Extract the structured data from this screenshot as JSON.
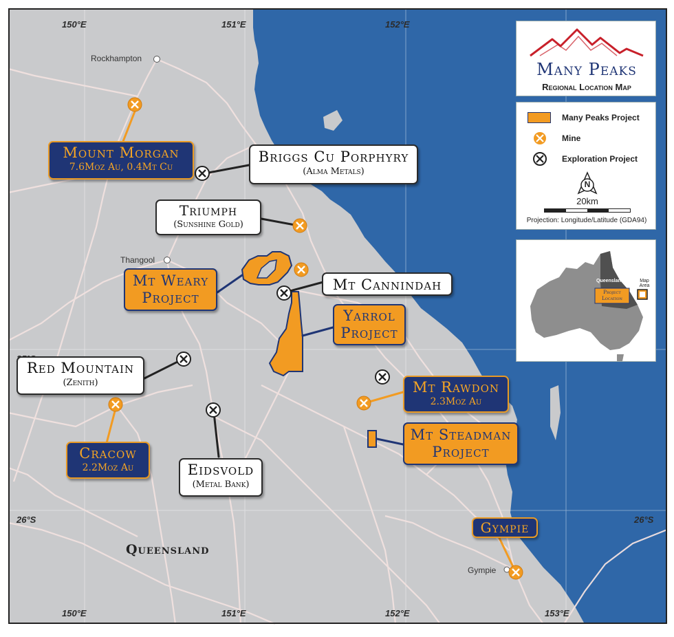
{
  "title_panel": {
    "brand": "Many Peaks",
    "subtitle": "Regional Location Map"
  },
  "legend": {
    "project": "Many Peaks Project",
    "mine": "Mine",
    "exploration": "Exploration Project",
    "north": "N",
    "scale": "20km",
    "projection": "Projection: Longitude/Latitude (GDA94)"
  },
  "inset": {
    "state": "Queensland",
    "map_area": "Map Area",
    "project_location_1": "Project",
    "project_location_2": "Location"
  },
  "coords": {
    "top": [
      "150°E",
      "151°E",
      "152°E"
    ],
    "bottom": [
      "150°E",
      "151°E",
      "152°E",
      "153°E"
    ],
    "left": [
      "25°S",
      "26°S"
    ],
    "right": [
      "26°S"
    ]
  },
  "towns": {
    "rockhampton": "Rockhampton",
    "thangool": "Thangool",
    "gympie": "Gympie"
  },
  "region": "Queensland",
  "labels": {
    "mount_morgan": {
      "name": "Mount Morgan",
      "detail": "7.6Moz Au, 0.4Mt Cu"
    },
    "briggs": {
      "name": "Briggs Cu Porphyry",
      "detail": "(Alma Metals)"
    },
    "triumph": {
      "name": "Triumph",
      "detail": "(Sunshine Gold)"
    },
    "mt_weary": {
      "line1": "Mt Weary",
      "line2": "Project"
    },
    "mt_cannindah": {
      "name": "Mt Cannindah"
    },
    "yarrol": {
      "line1": "Yarrol",
      "line2": "Project"
    },
    "red_mountain": {
      "name": "Red Mountain",
      "detail": "(Zenith)"
    },
    "mt_rawdon": {
      "name": "Mt Rawdon",
      "detail": "2.3Moz Au"
    },
    "mt_steadman": {
      "line1": "Mt Steadman",
      "line2": "Project"
    },
    "cracow": {
      "name": "Cracow",
      "detail": "2.2Moz Au"
    },
    "eidsvold": {
      "name": "Eidsvold",
      "detail": "(Metal Bank)"
    },
    "gympie": {
      "name": "Gympie"
    }
  },
  "colors": {
    "land": "#c9cacc",
    "ocean": "#2f67a8",
    "road": "#f2e2e0",
    "project_fill": "#f29b22",
    "navy": "#1f3575",
    "brand_red": "#c8202a"
  }
}
